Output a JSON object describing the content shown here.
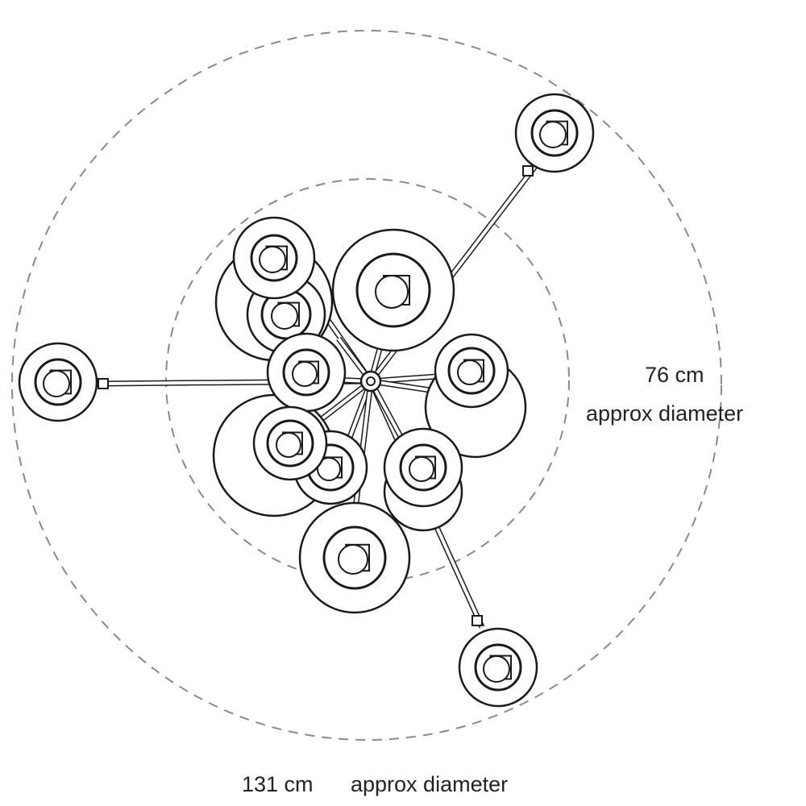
{
  "inner_dimension": {
    "value": "76 cm",
    "caption": "approx diameter"
  },
  "outer_dimension": {
    "value": "131 cm",
    "caption": "approx diameter"
  },
  "colors": {
    "line": "#1a1a1a",
    "dash": "#8a8a8a",
    "background": "#ffffff"
  }
}
